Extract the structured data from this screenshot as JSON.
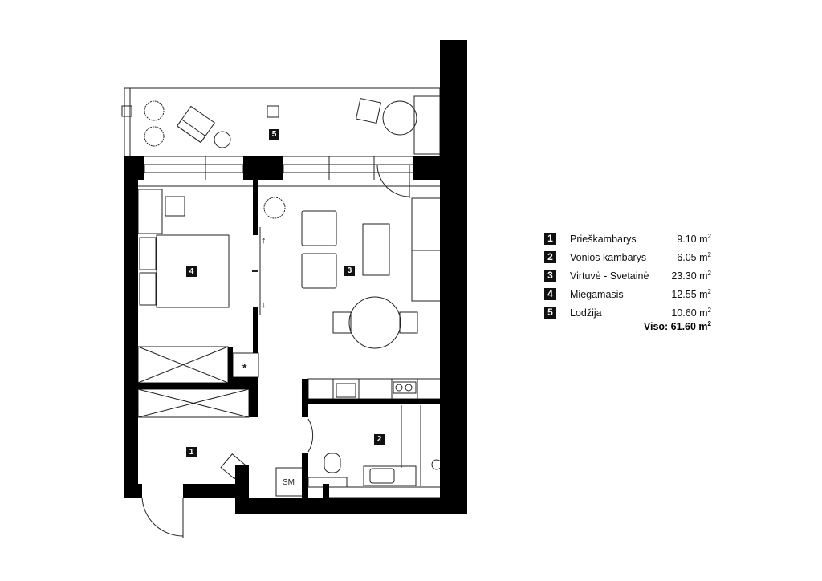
{
  "plan": {
    "rooms": [
      {
        "number": "1",
        "name": "Prieškambarys",
        "area": "9.10",
        "unit": "m",
        "exp": "2"
      },
      {
        "number": "2",
        "name": "Vonios kambarys",
        "area": "6.05",
        "unit": "m",
        "exp": "2"
      },
      {
        "number": "3",
        "name": "Virtuvė - Svetainė",
        "area": "23.30",
        "unit": "m",
        "exp": "2"
      },
      {
        "number": "4",
        "name": "Miegamasis",
        "area": "12.55",
        "unit": "m",
        "exp": "2"
      },
      {
        "number": "5",
        "name": "Lodžija",
        "area": "10.60",
        "unit": "m",
        "exp": "2"
      }
    ],
    "total_label": "Viso: 61.60 m",
    "total_exp": "2",
    "washing_machine_label": "SM",
    "shaft_label": "*"
  }
}
